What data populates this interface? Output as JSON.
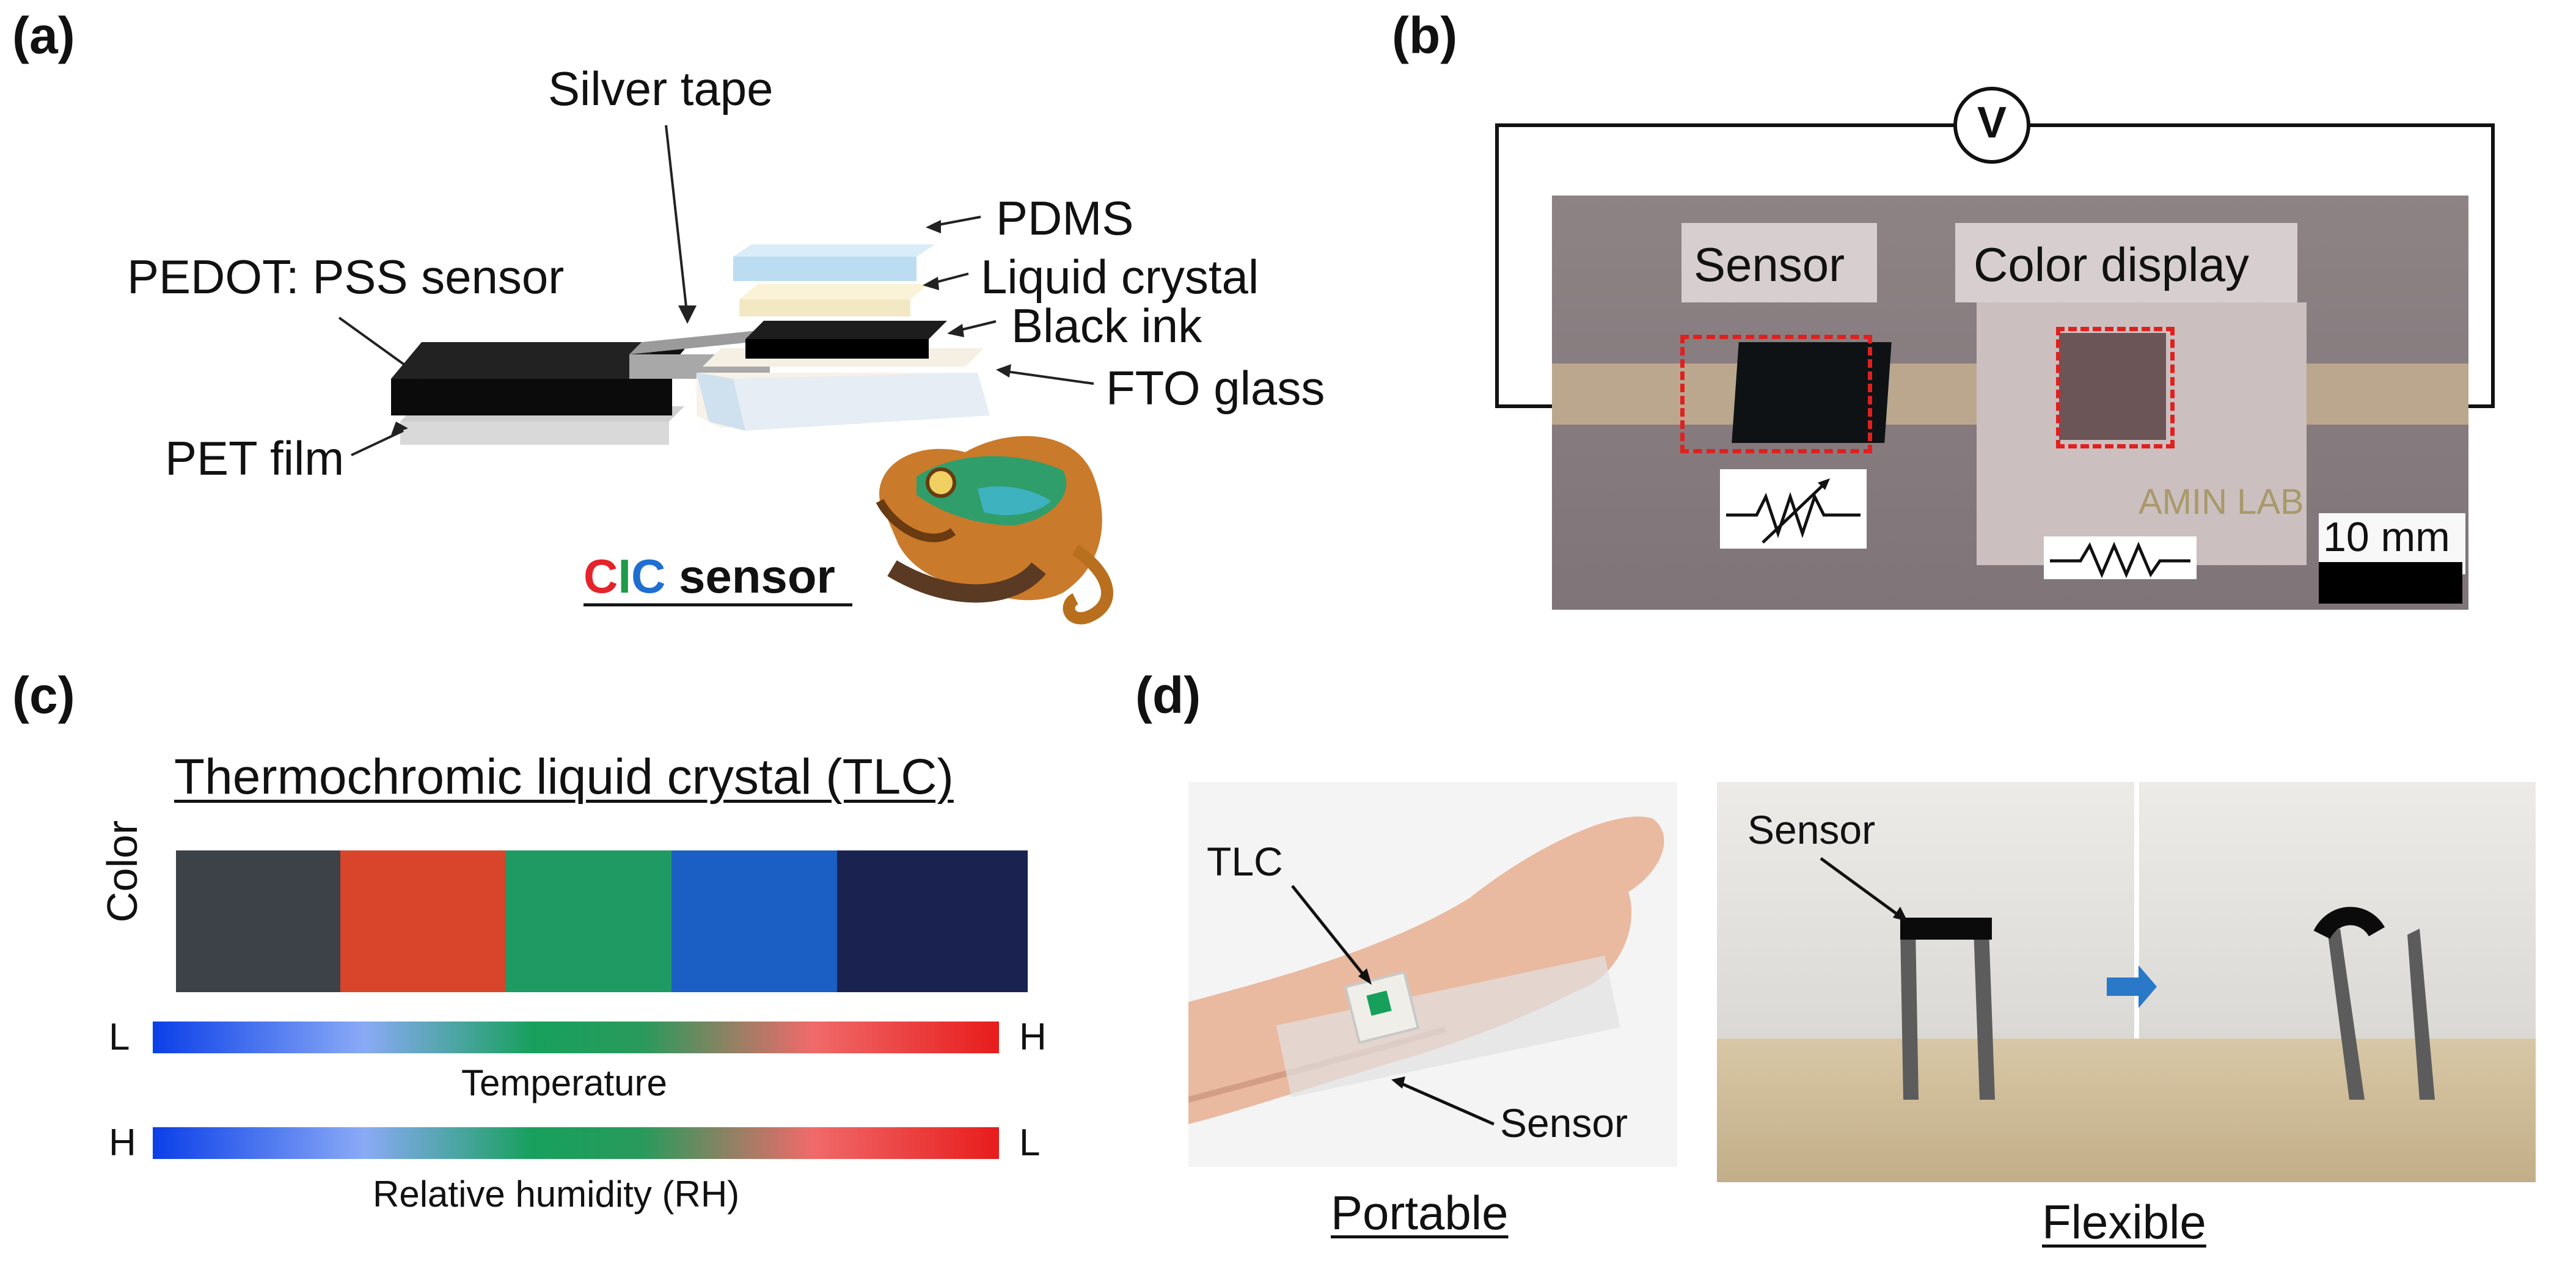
{
  "panel_a": {
    "label": "(a)",
    "silver_tape": "Silver tape",
    "pedot": "PEDOT: PSS sensor",
    "pet_film": "PET film",
    "pdms": "PDMS",
    "liquid_crystal": "Liquid crystal",
    "black_ink": "Black ink",
    "fto_glass": "FTO glass",
    "cic_c1": "C",
    "cic_i": "I",
    "cic_c2": "C",
    "cic_sensor": "sensor",
    "colors": {
      "c1": "#e4232b",
      "i": "#1f9a4a",
      "c2": "#1f6fd1"
    }
  },
  "panel_b": {
    "label": "(b)",
    "voltmeter": "V",
    "sensor": "Sensor",
    "color_display": "Color display",
    "engraving": "AMIN LAB",
    "scale_bar": "10 mm"
  },
  "panel_c": {
    "label": "(c)",
    "title": "Thermochromic liquid crystal (TLC)",
    "color_axis": "Color",
    "swatch_colors": [
      "#3c4248",
      "#d9452a",
      "#1f9a62",
      "#1b5fc4",
      "#1a2350"
    ],
    "temp_low": "L",
    "temp_high": "H",
    "temperature": "Temperature",
    "rh_low": "H",
    "rh_high": "L",
    "rh": "Relative humidity (RH)"
  },
  "panel_d": {
    "label": "(d)",
    "tlc": "TLC",
    "sensor_wrist": "Sensor",
    "portable": "Portable",
    "sensor_flex": "Sensor",
    "flexible": "Flexible"
  }
}
